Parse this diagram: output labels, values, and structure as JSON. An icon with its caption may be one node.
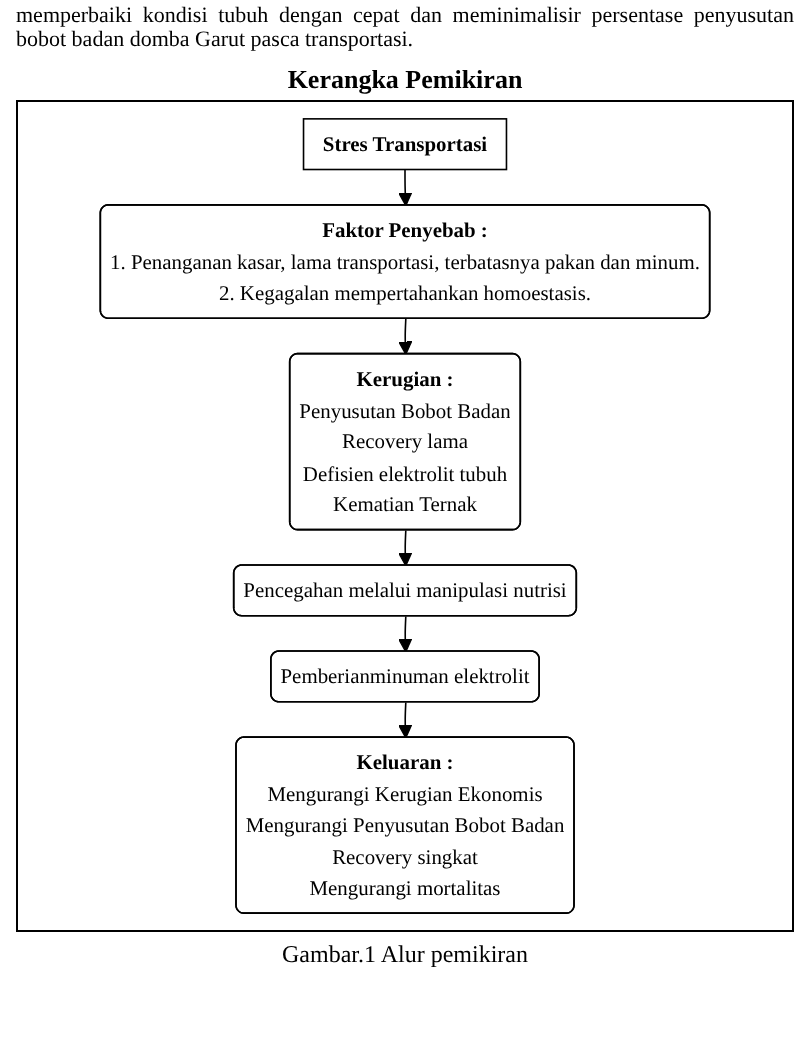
{
  "diagram": {
    "title": "Kerangka Pemikiran",
    "caption": "Gambar.1 Alur pemikiran",
    "nodes": [
      {
        "text": [
          "Stres Transportasi"
        ]
      },
      {
        "text": [
          "Faktor Penyebab :",
          "1. Penanganan kasar, lama transportasi, terbatasnya pakan dan minum.",
          "2. Kegagalan mempertahankan homoestasis."
        ]
      },
      {
        "text": [
          "Kerugian :",
          "Penyusutan  Bobot Badan",
          "Recovery lama",
          "Defisien elektrolit tubuh",
          "Kematian Ternak"
        ]
      },
      {
        "text": [
          "Pencegahan melalui manipulasi nutrisi"
        ]
      },
      {
        "text": [
          "Pemberianminuman elektrolit"
        ]
      },
      {
        "text": [
          "Keluaran :",
          "Mengurangi Kerugian Ekonomis",
          "Mengurangi Penyusutan Bobot Badan",
          "Recovery  singkat",
          "Mengurangi mortalitas"
        ]
      }
    ],
    "edges": [
      {
        "from": 0,
        "to": 1,
        "arrow": "to"
      },
      {
        "from": 1,
        "to": 2,
        "arrow": "to"
      },
      {
        "from": 2,
        "to": 3,
        "arrow": "to"
      },
      {
        "from": 3,
        "to": 4,
        "arrow": "to"
      },
      {
        "from": 4,
        "to": 5,
        "arrow": "to"
      }
    ],
    "labels": [
      "memperbaiki kondisi tubuh dengan cepat dan meminimalisir persentase penyusutan bobot badan domba Garut pasca transportasi."
    ]
  }
}
